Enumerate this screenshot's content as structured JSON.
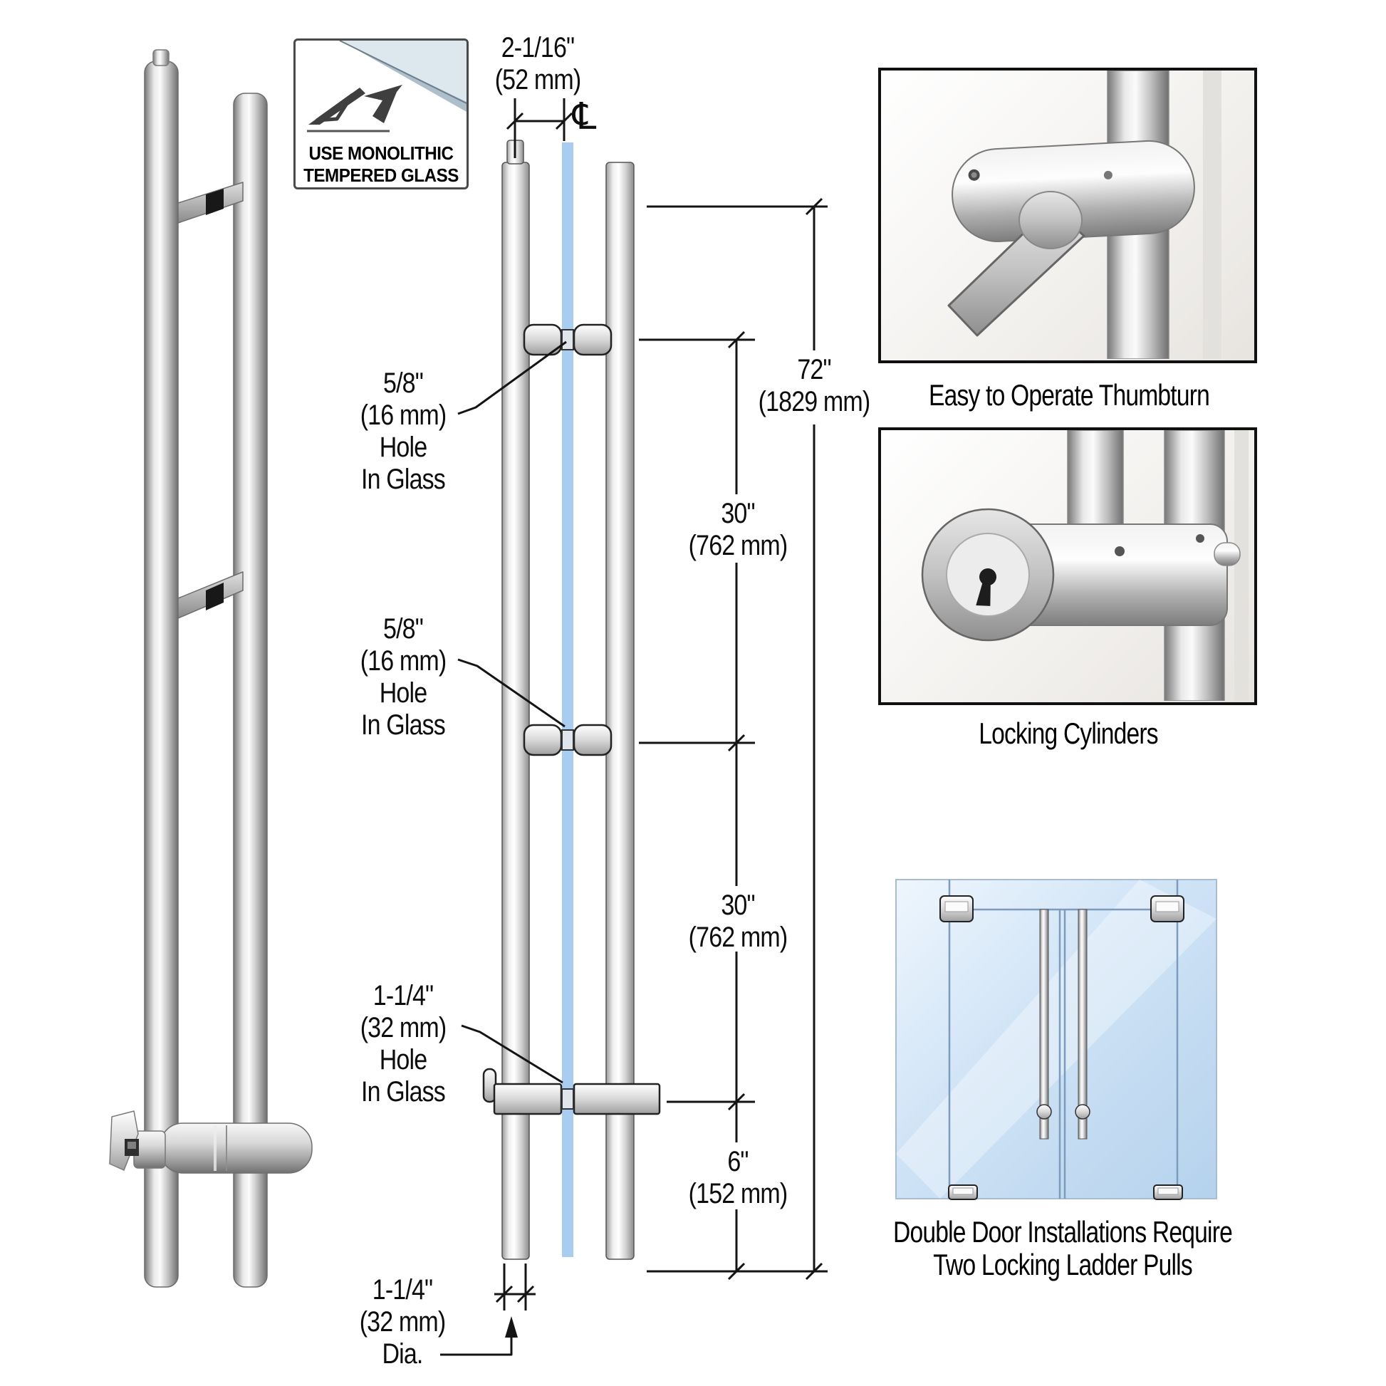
{
  "badge": {
    "line1": "USE MONOLITHIC",
    "line2": "TEMPERED GLASS"
  },
  "drawing": {
    "top_width": {
      "in": "2-1/16\"",
      "mm": "(52 mm)"
    },
    "centerline_symbol": "℄",
    "hole_16mm": {
      "size": "5/8\"",
      "mm": "(16 mm)",
      "word1": "Hole",
      "word2": "In Glass"
    },
    "hole_32mm": {
      "size": "1-1/4\"",
      "mm": "(32 mm)",
      "word1": "Hole",
      "word2": "In Glass"
    },
    "overall_height": {
      "in": "72\"",
      "mm": "(1829 mm)"
    },
    "upper_span": {
      "in": "30\"",
      "mm": "(762 mm)"
    },
    "lower_span": {
      "in": "30\"",
      "mm": "(762 mm)"
    },
    "bottom_offset": {
      "in": "6\"",
      "mm": "(152 mm)"
    },
    "diameter": {
      "size": "1-1/4\"",
      "mm": "(32 mm)",
      "word": "Dia."
    }
  },
  "captions": {
    "thumbturn": "Easy to Operate Thumbturn",
    "cylinders": "Locking Cylinders",
    "double_door_1": "Double Door Installations Require",
    "double_door_2": "Two Locking Ladder Pulls"
  },
  "colors": {
    "glass_edge_blue": "#a9cdf0",
    "door_glass_blue": "#b5d2ec",
    "dim_line": "#141414",
    "steel_light": "#f4f4f4",
    "steel_dark": "#8a8a8a"
  }
}
